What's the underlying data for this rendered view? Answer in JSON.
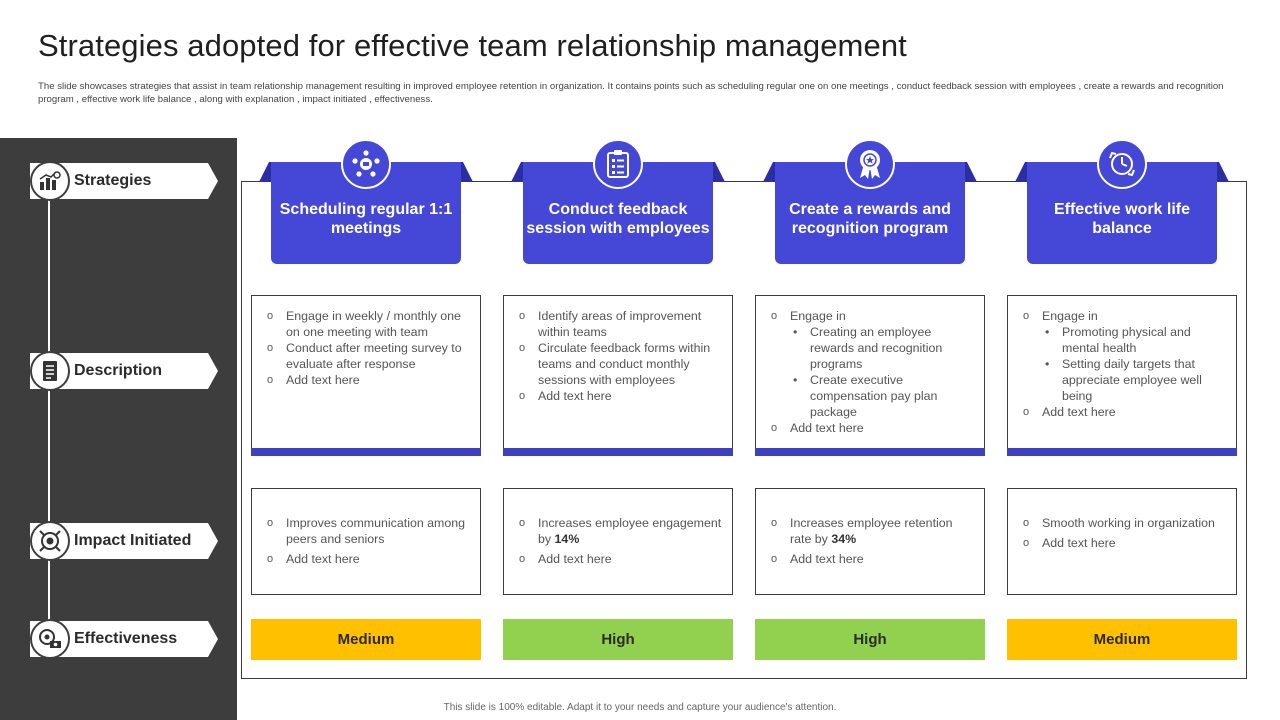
{
  "title": "Strategies adopted for effective team relationship management",
  "subtitle": "The slide showcases strategies that assist in team relationship management  resulting in  improved employee retention in organization. It contains points such as scheduling regular one on one meetings , conduct feedback session with employees , create a rewards and recognition program , effective work life balance , along with explanation , impact initiated , effectiveness.",
  "row_labels": {
    "strategies": "Strategies",
    "description": "Description",
    "impact": "Impact Initiated",
    "effectiveness": "Effectiveness"
  },
  "columns": [
    {
      "heading": "Scheduling regular 1:1 meetings",
      "icon": "team-meeting-icon",
      "description": [
        "Engage in weekly / monthly one on one meeting with team",
        "Conduct after meeting survey to evaluate  after response",
        "Add text here"
      ],
      "impact": [
        "Improves  communication among peers and seniors",
        "Add text here"
      ],
      "effectiveness": "Medium",
      "effectiveness_color": "#FFC000"
    },
    {
      "heading": "Conduct feedback session with employees",
      "icon": "feedback-form-icon",
      "description": [
        "Identify areas of improvement within teams",
        "Circulate feedback forms within teams and conduct monthly sessions with employees",
        "Add text here"
      ],
      "impact_prefix": "Increases employee engagement  by ",
      "impact_value": "14%",
      "impact": [
        "Add text here"
      ],
      "effectiveness": "High",
      "effectiveness_color": "#92D050"
    },
    {
      "heading": "Create a rewards and recognition program",
      "icon": "award-ribbon-icon",
      "description_intro": "Engage in",
      "description_sub": [
        "Creating an employee rewards and recognition programs",
        "Create executive compensation pay plan package"
      ],
      "description": [
        "Add text here"
      ],
      "impact_prefix": "Increases employee retention rate by ",
      "impact_value": "34%",
      "impact": [
        "Add text here"
      ],
      "effectiveness": "High",
      "effectiveness_color": "#92D050"
    },
    {
      "heading": "Effective work life balance",
      "icon": "balance-clock-icon",
      "description_intro": "Engage in",
      "description_sub": [
        "Promoting physical and mental health",
        "Setting daily targets that appreciate employee well being"
      ],
      "description": [
        "Add text here"
      ],
      "impact": [
        "Smooth working in organization",
        "Add text here"
      ],
      "effectiveness": "Medium",
      "effectiveness_color": "#FFC000"
    }
  ],
  "footer": "This slide is 100% editable.  Adapt it to your needs and capture your audience's attention."
}
